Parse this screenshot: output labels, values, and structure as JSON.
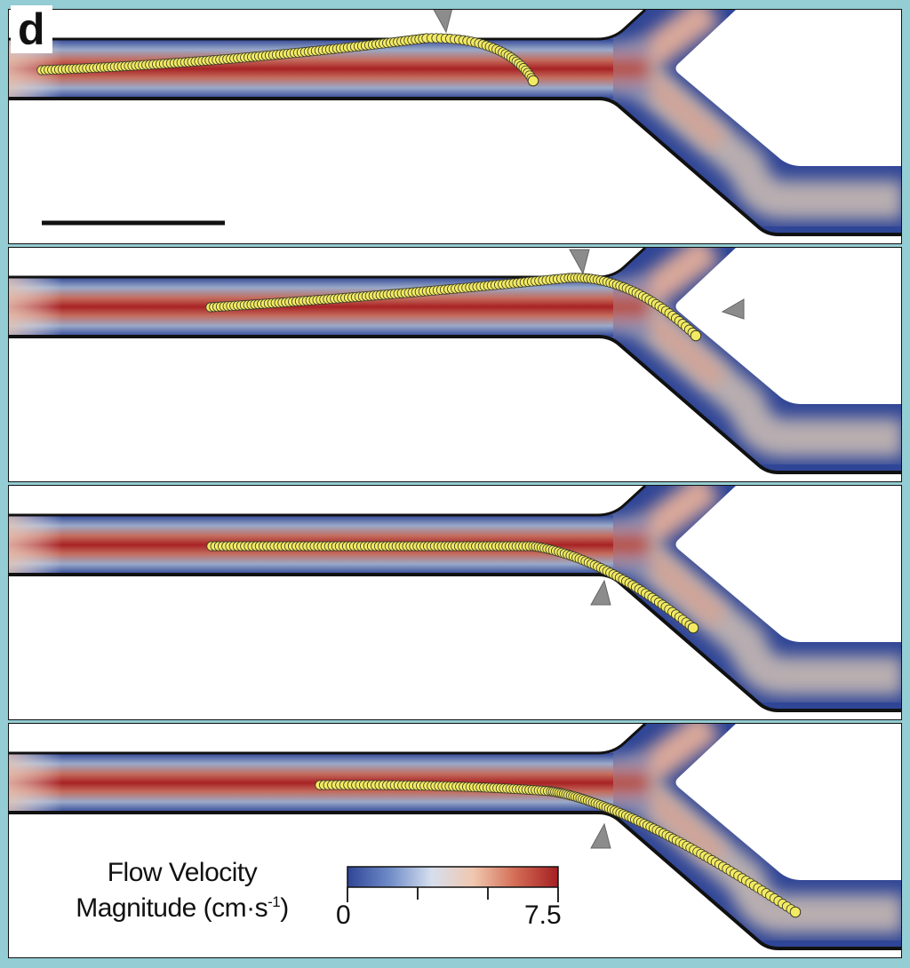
{
  "figure_label": "d",
  "panels": [
    {
      "name": "panel-1"
    },
    {
      "name": "panel-2"
    },
    {
      "name": "panel-3"
    },
    {
      "name": "panel-4"
    }
  ],
  "colorbar": {
    "title_line1": "Flow Velocity",
    "title_line2": "Magnitude (cm·s",
    "title_exp": "-1",
    "title_close": ")",
    "min_label": "0",
    "max_label": "7.5",
    "min": 0,
    "max": 7.5,
    "colors": [
      "#2f4596",
      "#6f8cc8",
      "#d6dfee",
      "#f0c7ae",
      "#d36b55",
      "#a51f22"
    ]
  },
  "colors": {
    "background": "#94cdd3",
    "bead_fill": "#f2ea62",
    "bead_stroke": "#3a3a2a",
    "arrowhead": "#8c8c8c",
    "channel_wall": "#111111"
  }
}
